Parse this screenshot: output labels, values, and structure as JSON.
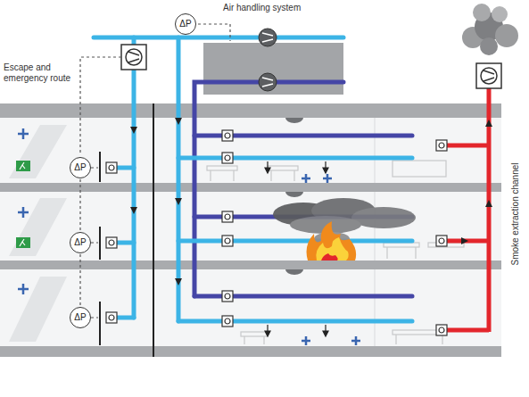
{
  "diagram": {
    "nodes": [
      {
        "text": [
          "ΔP"
        ]
      },
      {
        "text": [
          "ΔP"
        ]
      },
      {
        "text": [
          "ΔP"
        ]
      },
      {
        "text": [
          "ΔP"
        ]
      }
    ],
    "edges": [
      {
        "from": 1,
        "to": 2,
        "arrow": "none"
      },
      {
        "from": 2,
        "to": 3,
        "arrow": "none"
      }
    ],
    "labels": [
      "Air handling system",
      "Escape and emergency route",
      "Smoke extraction channel"
    ]
  }
}
